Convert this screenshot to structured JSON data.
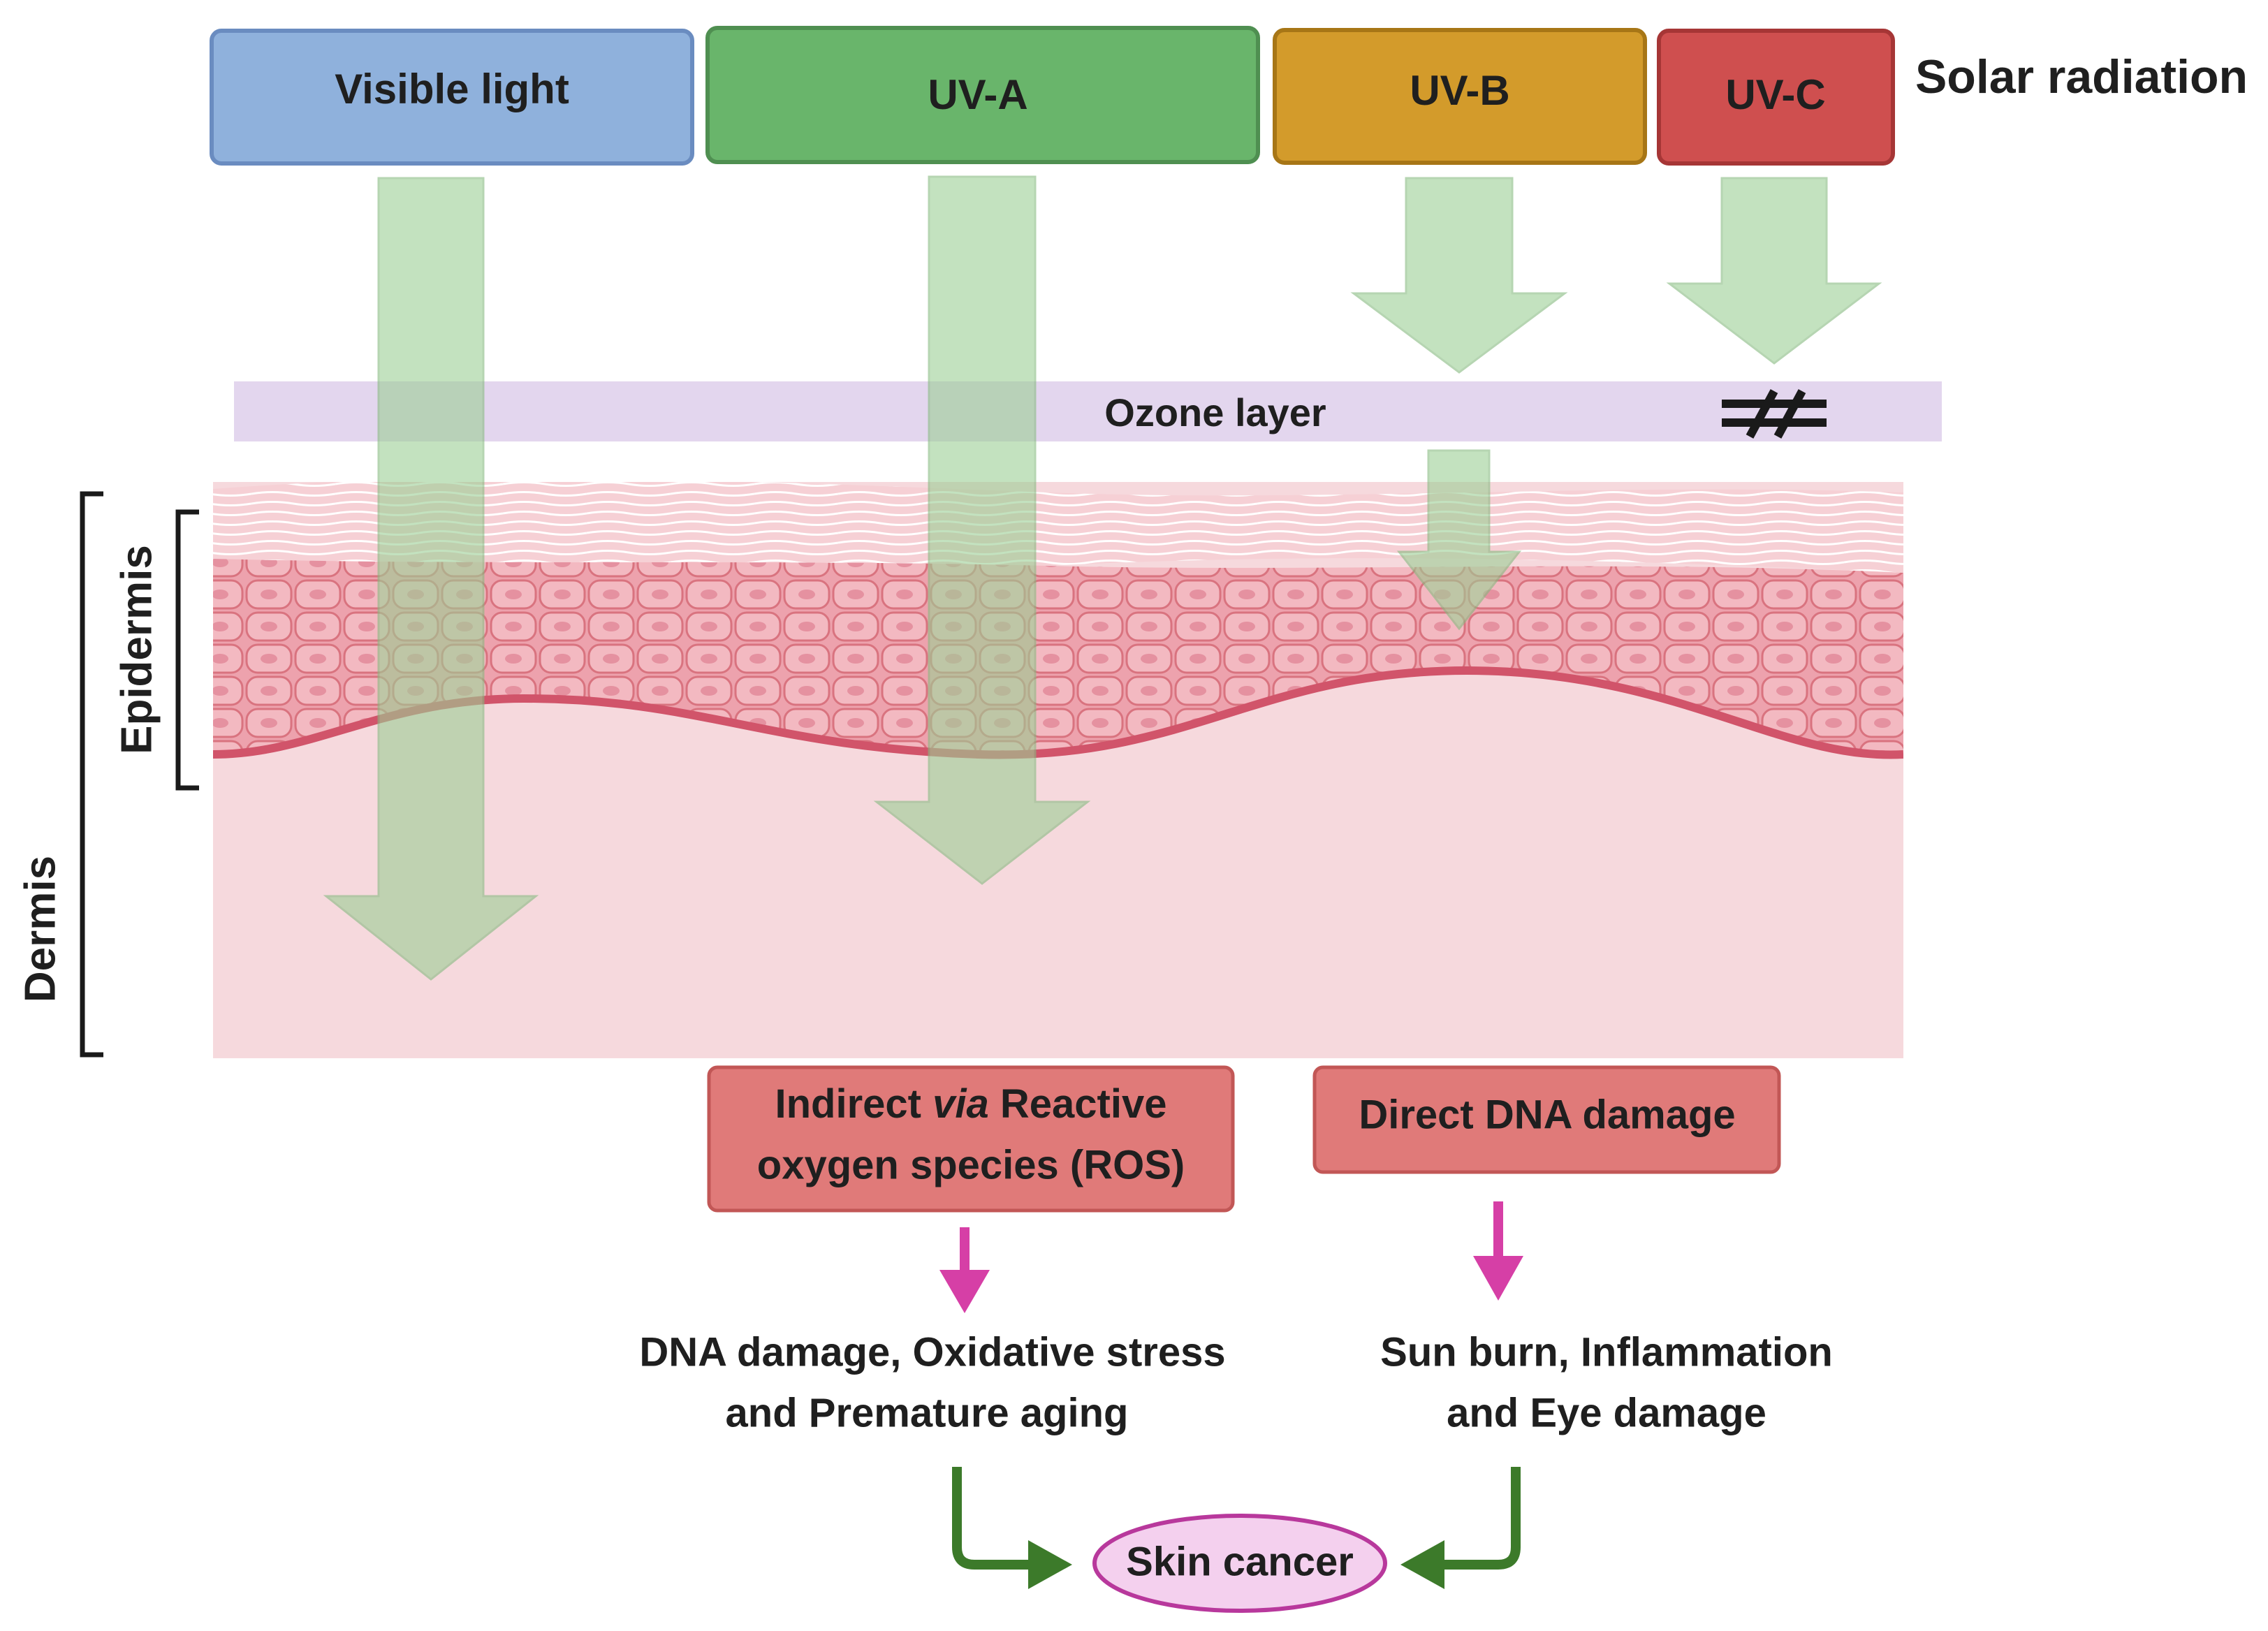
{
  "radiation": {
    "title": "Solar radiation",
    "bands": [
      {
        "label": "Visible light",
        "color": "#8fb1dc",
        "border": "#6a8cc0"
      },
      {
        "label": "UV-A",
        "color": "#69b56b",
        "border": "#4f8f51"
      },
      {
        "label": "UV-B",
        "color": "#d39b2b",
        "border": "#a77616"
      },
      {
        "label": "UV-C",
        "color": "#cf4f4f",
        "border": "#a63636"
      }
    ]
  },
  "ozone": {
    "label": "Ozone layer",
    "block_symbol": "#",
    "color": "#e3d6ee"
  },
  "skin": {
    "epidermis_label": "Epidermis",
    "dermis_label": "Dermis",
    "dermis_color": "#f6d9dd",
    "epidermis_color": "#e99aa6",
    "stratum_color": "#f4c6cd"
  },
  "mechanisms": {
    "indirect": {
      "line1_pre": "Indirect ",
      "line1_italic": "via",
      "line1_post": " Reactive",
      "line2": "oxygen species (ROS)"
    },
    "direct": {
      "label": "Direct DNA damage"
    },
    "box_color": "#e07a79",
    "box_border": "#c25756"
  },
  "effects": {
    "left": {
      "line1": "DNA damage, Oxidative stress",
      "line2": "and Premature aging"
    },
    "right": {
      "line1": "Sun burn, Inflammation",
      "line2": "and Eye damage"
    },
    "arrow_color": "#d63fa6"
  },
  "outcome": {
    "label": "Skin cancer",
    "fill": "#f4d0ee",
    "border": "#b8389c",
    "arrow_color": "#3c7a2a"
  },
  "arrow_color": "#b9ddb4"
}
